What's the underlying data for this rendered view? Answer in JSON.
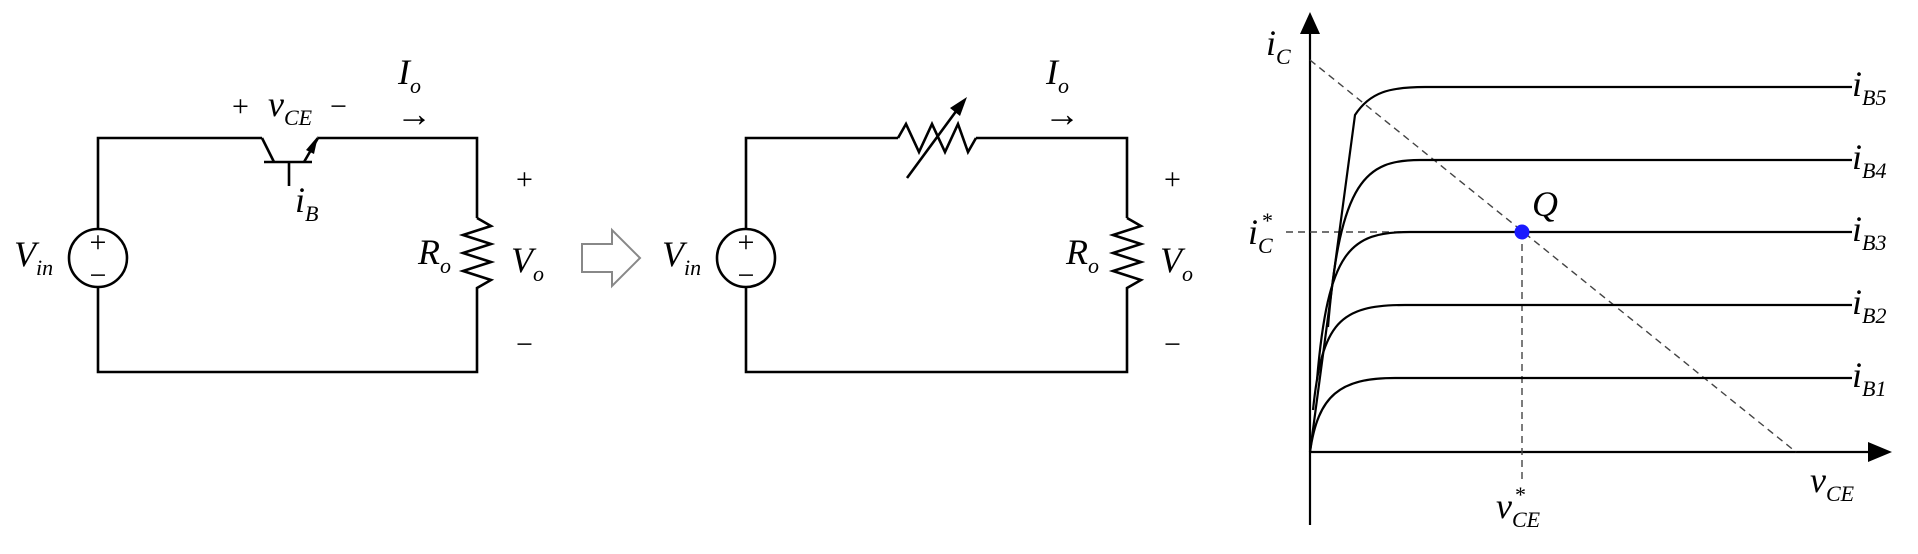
{
  "left_circuit": {
    "source_label": "V",
    "source_sub": "in",
    "vce_plus": "+",
    "vce_label": "v",
    "vce_sub": "CE",
    "vce_minus": "−",
    "current_label": "I",
    "current_sub": "o",
    "arrow": "→",
    "base_label": "i",
    "base_sub": "B",
    "load_label": "R",
    "load_sub": "o",
    "out_label": "V",
    "out_sub": "o",
    "out_plus": "+",
    "out_minus": "−",
    "src_plus": "+",
    "src_minus": "−"
  },
  "right_circuit": {
    "source_label": "V",
    "source_sub": "in",
    "current_label": "I",
    "current_sub": "o",
    "arrow": "→",
    "load_label": "R",
    "load_sub": "o",
    "out_label": "V",
    "out_sub": "o",
    "out_plus": "+",
    "out_minus": "−",
    "src_plus": "+",
    "src_minus": "−"
  },
  "graph": {
    "y_axis_label": "i",
    "y_axis_sub": "C",
    "x_axis_label": "v",
    "x_axis_sub": "CE",
    "ic_star_label": "i",
    "ic_star_sub": "C",
    "star": "*",
    "vce_star_label": "v",
    "vce_star_sub": "CE",
    "q_label": "Q",
    "q_color": "#1a1aff",
    "curves": [
      {
        "label": "i",
        "sub": "B5"
      },
      {
        "label": "i",
        "sub": "B4"
      },
      {
        "label": "i",
        "sub": "B3"
      },
      {
        "label": "i",
        "sub": "B2"
      },
      {
        "label": "i",
        "sub": "B1"
      }
    ]
  }
}
